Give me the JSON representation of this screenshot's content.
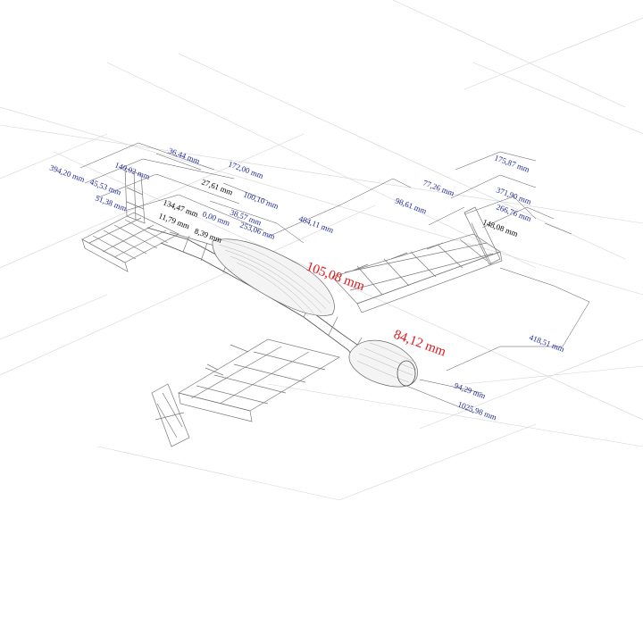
{
  "dimensions": {
    "d1": "36,44 mm",
    "d2": "172,00 mm",
    "d3": "140,02 mm",
    "d4": "394,20 mm",
    "d5": "45,53 mm",
    "d6": "27,61 mm",
    "d7": "100,10 mm",
    "d8": "51,38 mm",
    "d9": "134,47 mm",
    "d10": "0,00 mm",
    "d11": "38,57 mm",
    "d12": "11,79 mm",
    "d13": "8,39 mm",
    "d14": "253,06 mm",
    "d15": "484,11 mm",
    "d16": "175,87 mm",
    "d17": "77,26 mm",
    "d18": "371,90 mm",
    "d19": "98,61 mm",
    "d20": "266,76 mm",
    "d21": "148,08 mm",
    "d22": "105,08 mm",
    "d23": "84,12 mm",
    "d24": "418,51 mm",
    "d25": "94,29 mm",
    "d26": "1025,98 mm"
  },
  "colors": {
    "dimension_blue": "#1f2a9a",
    "dimension_red": "#e0181c",
    "dimension_black": "#000000",
    "wireframe": "#7a7a7a"
  }
}
